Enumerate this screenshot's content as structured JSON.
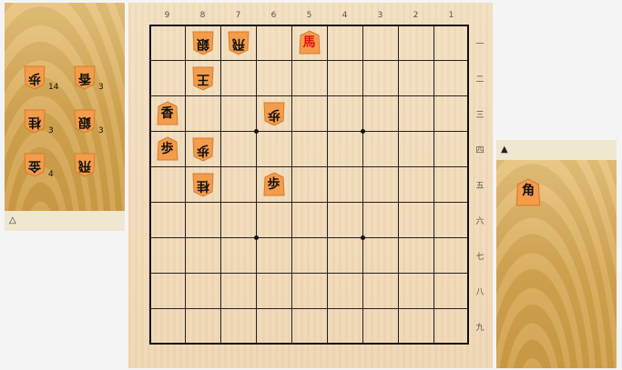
{
  "file_labels": [
    "9",
    "8",
    "7",
    "6",
    "5",
    "4",
    "3",
    "2",
    "1"
  ],
  "rank_labels": [
    "一",
    "二",
    "三",
    "四",
    "五",
    "六",
    "七",
    "八",
    "九"
  ],
  "gote_hand": {
    "marker": "△",
    "pieces": [
      {
        "glyph": "歩",
        "count": "14"
      },
      {
        "glyph": "香",
        "count": "3"
      },
      {
        "glyph": "桂",
        "count": "3"
      },
      {
        "glyph": "銀",
        "count": "3"
      },
      {
        "glyph": "金",
        "count": "4"
      },
      {
        "glyph": "飛",
        "count": ""
      }
    ]
  },
  "sente_hand": {
    "marker": "▲",
    "pieces": [
      {
        "glyph": "角",
        "count": ""
      }
    ]
  },
  "board_pieces": [
    {
      "file": 8,
      "rank": 1,
      "glyph": "銀",
      "side": "gote",
      "promoted": false
    },
    {
      "file": 7,
      "rank": 1,
      "glyph": "飛",
      "side": "gote",
      "promoted": false
    },
    {
      "file": 5,
      "rank": 1,
      "glyph": "馬",
      "side": "sente",
      "promoted": true
    },
    {
      "file": 8,
      "rank": 2,
      "glyph": "王",
      "side": "gote",
      "promoted": false
    },
    {
      "file": 9,
      "rank": 3,
      "glyph": "香",
      "side": "sente",
      "promoted": false
    },
    {
      "file": 6,
      "rank": 3,
      "glyph": "歩",
      "side": "gote",
      "promoted": false
    },
    {
      "file": 9,
      "rank": 4,
      "glyph": "歩",
      "side": "sente",
      "promoted": false
    },
    {
      "file": 8,
      "rank": 4,
      "glyph": "歩",
      "side": "gote",
      "promoted": false
    },
    {
      "file": 8,
      "rank": 5,
      "glyph": "桂",
      "side": "gote",
      "promoted": false
    },
    {
      "file": 6,
      "rank": 5,
      "glyph": "歩",
      "side": "sente",
      "promoted": false
    }
  ]
}
